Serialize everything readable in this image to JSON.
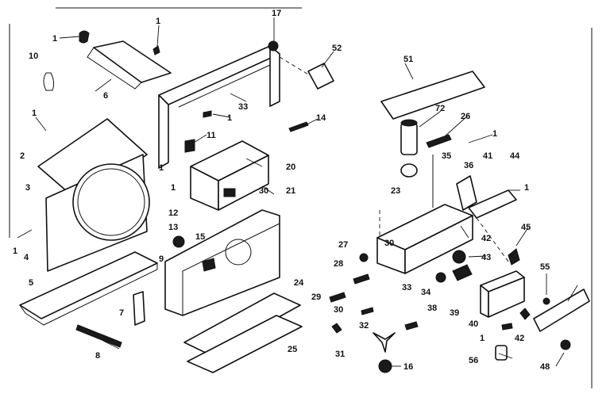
{
  "labels": {
    "l1a": "1",
    "l1b": "1",
    "l1c": "1",
    "l1d": "1",
    "l1e": "1",
    "l1f": "1",
    "l1g": "1",
    "l1h": "1",
    "l1i": "1",
    "l1j": "1",
    "l2": "2",
    "l3": "3",
    "l4": "4",
    "l5": "5",
    "l6": "6",
    "l7": "7",
    "l8": "8",
    "l9": "9",
    "l10": "10",
    "l11": "11",
    "l12": "12",
    "l13": "13",
    "l14": "14",
    "l15": "15",
    "l16": "16",
    "l17": "17",
    "l20": "20",
    "l21": "21",
    "l23": "23",
    "l24": "24",
    "l25": "25",
    "l26": "26",
    "l27": "27",
    "l28": "28",
    "l29": "29",
    "l30a": "30",
    "l30b": "30",
    "l31": "31",
    "l32": "32",
    "l33a": "33",
    "l33b": "33",
    "l34": "34",
    "l35": "35",
    "l36": "36",
    "l38": "38",
    "l39": "39",
    "l40": "40",
    "l41": "41",
    "l42a": "42",
    "l42b": "42",
    "l43": "43",
    "l44": "44",
    "l45": "45",
    "l48": "48",
    "l51": "51",
    "l52": "52",
    "l55": "55",
    "l56": "56",
    "l72": "72"
  }
}
